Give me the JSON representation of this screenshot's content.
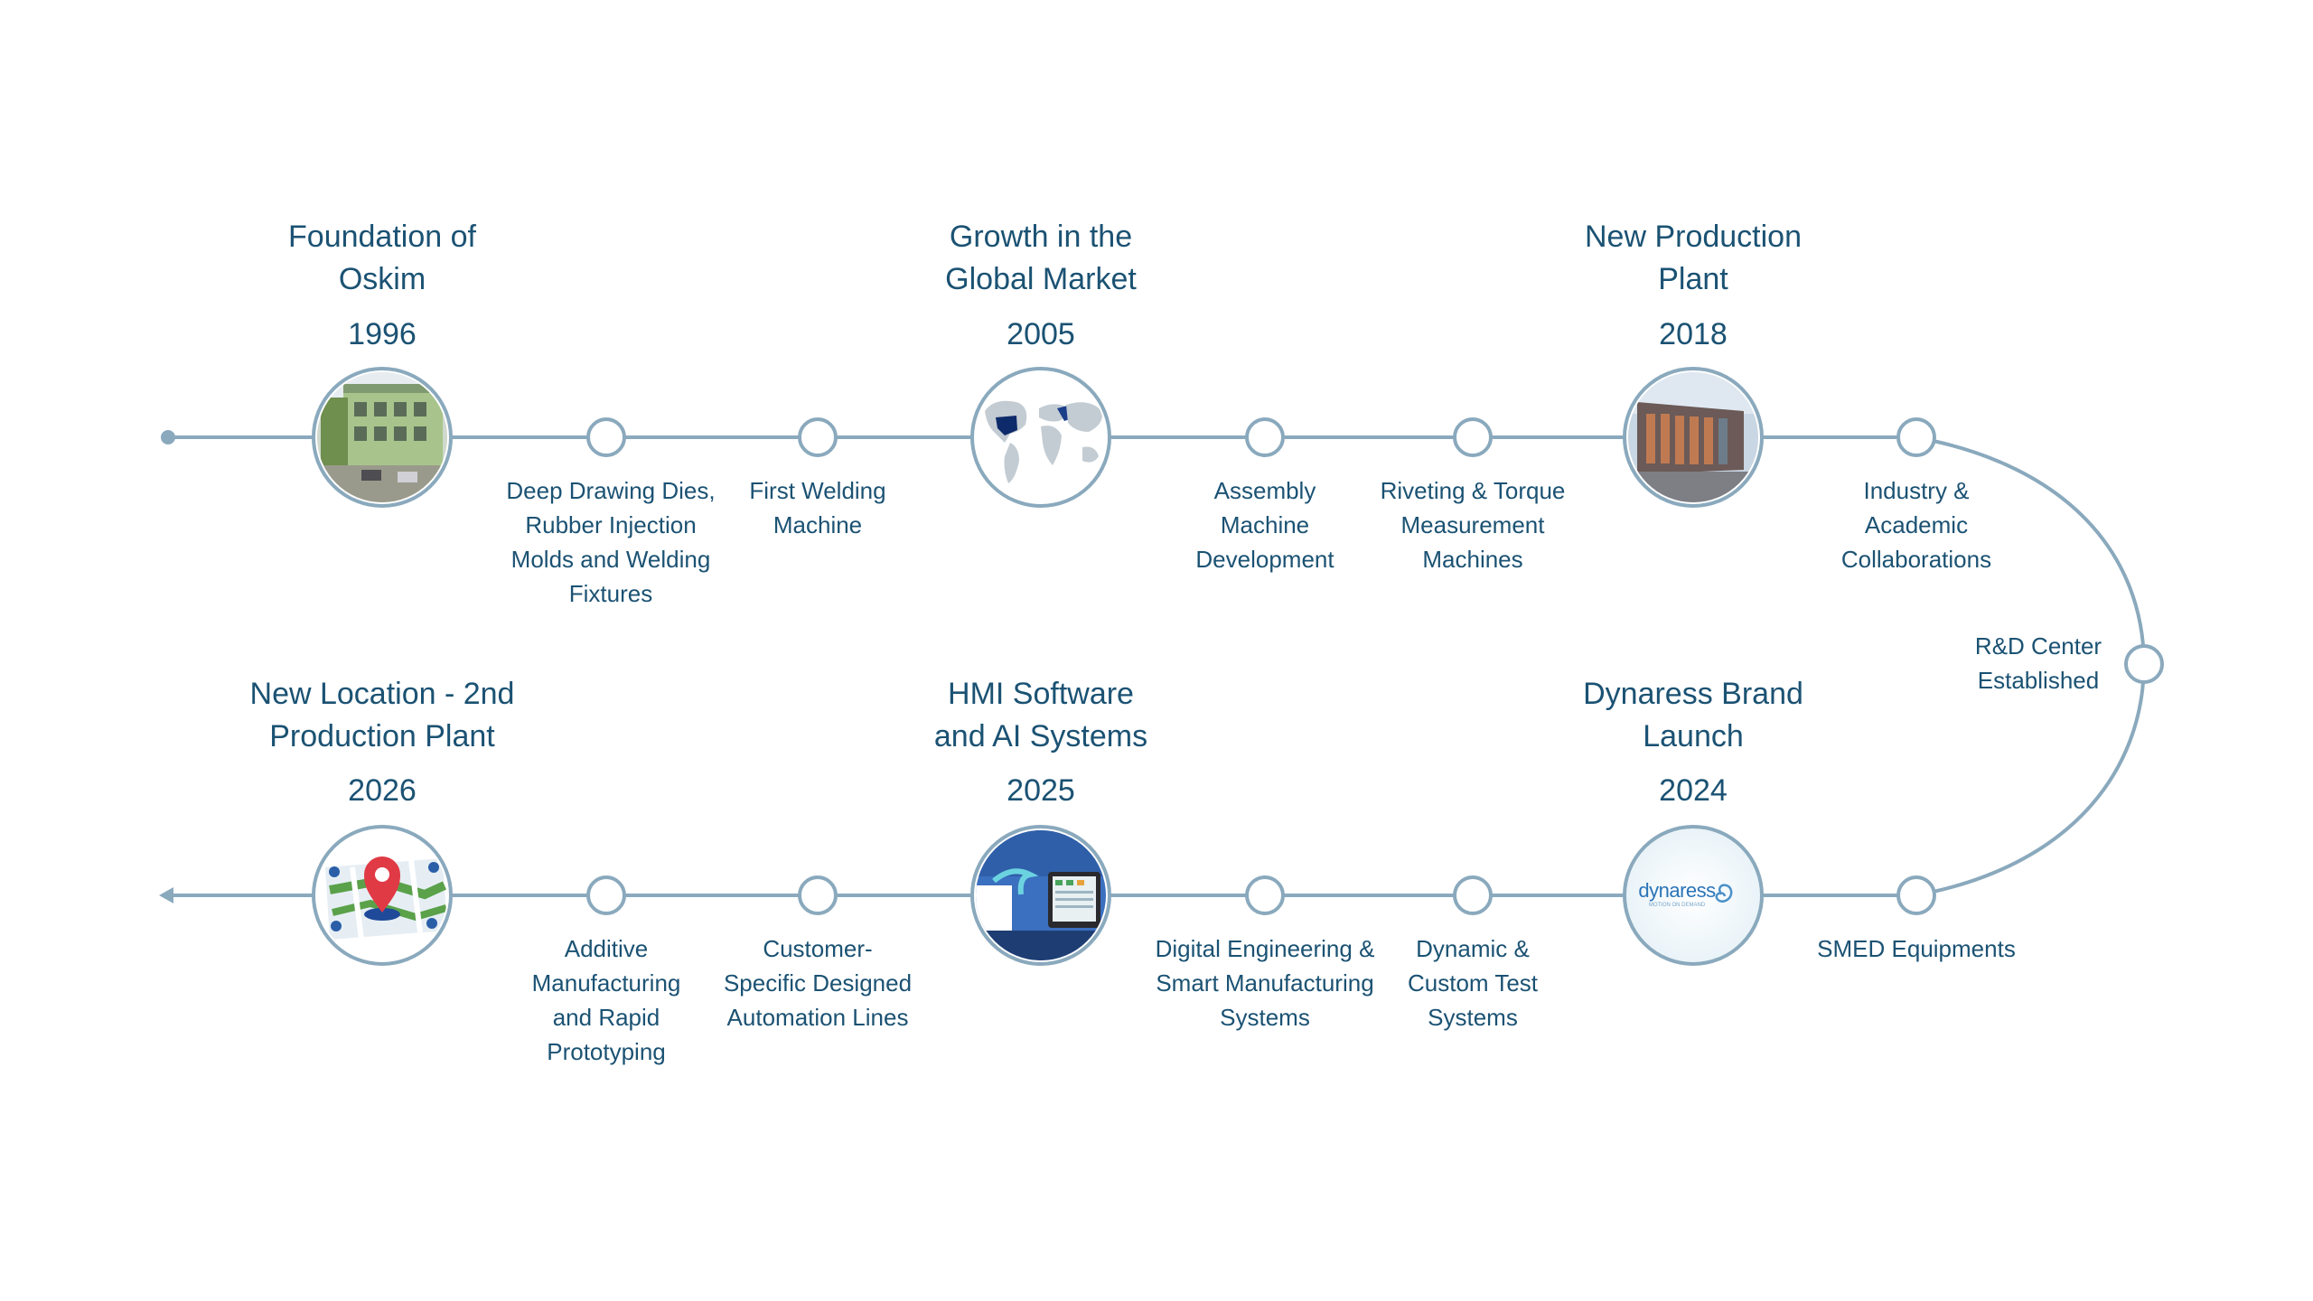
{
  "colors": {
    "line": "#8aa9bd",
    "node_stroke": "#8aa9bd",
    "text": "#1b5273"
  },
  "milestones": [
    {
      "title": "Foundation of\nOskim",
      "year": "1996",
      "icon": "factory-building-photo"
    },
    {
      "title": "Growth in the\nGlobal Market",
      "year": "2005",
      "icon": "world-map-icon"
    },
    {
      "title": "New Production\nPlant",
      "year": "2018",
      "icon": "production-plant-photo"
    },
    {
      "title": "New Location - 2nd\nProduction Plant",
      "year": "2026",
      "icon": "location-pin-map-icon"
    },
    {
      "title": "HMI Software\nand AI Systems",
      "year": "2025",
      "icon": "hmi-screen-photo"
    },
    {
      "title": "Dynaress Brand\nLaunch",
      "year": "2024",
      "icon": "dynaress-logo",
      "logo_text": "dynaress",
      "logo_tagline": "MOTION ON DEMAND"
    }
  ],
  "steps": [
    {
      "label": "Deep Drawing Dies,\nRubber Injection\nMolds and Welding\nFixtures"
    },
    {
      "label": "First Welding\nMachine"
    },
    {
      "label": "Assembly\nMachine\nDevelopment"
    },
    {
      "label": "Riveting & Torque\nMeasurement\nMachines"
    },
    {
      "label": "Industry &\nAcademic\nCollaborations"
    },
    {
      "label": "R&D Center\nEstablished"
    },
    {
      "label": "SMED Equipments"
    },
    {
      "label": "Dynamic &\nCustom Test\nSystems"
    },
    {
      "label": "Digital Engineering &\nSmart Manufacturing\nSystems"
    },
    {
      "label": "Customer-\nSpecific Designed\nAutomation Lines"
    },
    {
      "label": "Additive\nManufacturing\nand Rapid\nPrototyping"
    }
  ]
}
